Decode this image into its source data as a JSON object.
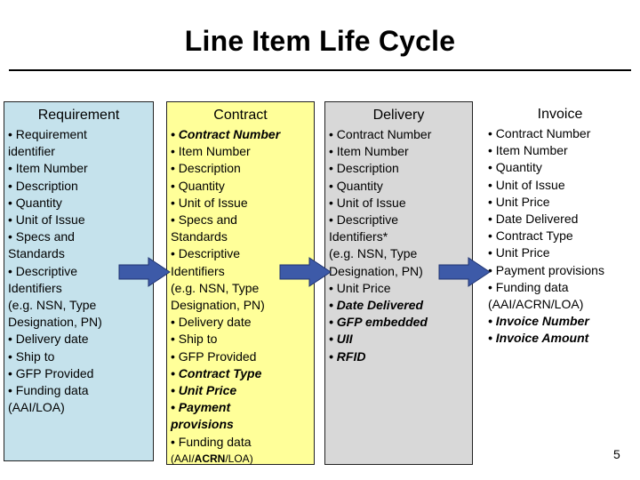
{
  "title": "Line Item Life Cycle",
  "columns": [
    {
      "heading": "Requirement",
      "items": [
        "• Requirement",
        "identifier",
        "• Item Number",
        "• Description",
        "• Quantity",
        "• Unit of Issue",
        "• Specs and",
        "Standards",
        "• Descriptive",
        "Identifiers",
        "(e.g. NSN, Type",
        "Designation, PN)",
        "• Delivery date",
        "• Ship to",
        "• GFP Provided",
        "• Funding data",
        "(AAI/LOA)"
      ]
    },
    {
      "heading": "Contract",
      "items": [
        "• Contract Number",
        "• Item Number",
        "• Description",
        "• Quantity",
        "• Unit of Issue",
        "• Specs and",
        "Standards",
        "• Descriptive",
        "Identifiers",
        "(e.g. NSN, Type",
        "Designation, PN)",
        "• Delivery date",
        "• Ship to",
        "• GFP Provided",
        "• Contract Type",
        "• Unit Price",
        "• Payment",
        "provisions",
        "• Funding data"
      ],
      "last_prefix": "(AAI/",
      "last_bold": "ACRN",
      "last_suffix": "/LOA)"
    },
    {
      "heading": "Delivery",
      "items": [
        "• Contract Number",
        "• Item Number",
        "• Description",
        "• Quantity",
        "• Unit of Issue",
        "• Descriptive",
        "Identifiers*",
        "(e.g. NSN, Type",
        "Designation, PN)",
        "• Unit Price",
        "• Date Delivered",
        "• GFP embedded",
        "• UII",
        "• RFID"
      ]
    },
    {
      "heading": "Invoice",
      "items": [
        "• Contract Number",
        "• Item Number",
        "• Quantity",
        "• Unit of Issue",
        "• Unit Price",
        "• Date Delivered",
        "• Contract Type",
        "• Unit Price",
        "• Payment provisions",
        "• Funding data",
        "(AAI/ACRN/LOA)",
        "• Invoice Number",
        "• Invoice Amount"
      ]
    }
  ],
  "page_number": "5",
  "colors": {
    "requirement_bg": "#c5e2ec",
    "contract_bg": "#ffff99",
    "delivery_bg": "#d8d8d8",
    "invoice_bg": "#ffffff",
    "arrow_fill": "#3d5aa8"
  }
}
